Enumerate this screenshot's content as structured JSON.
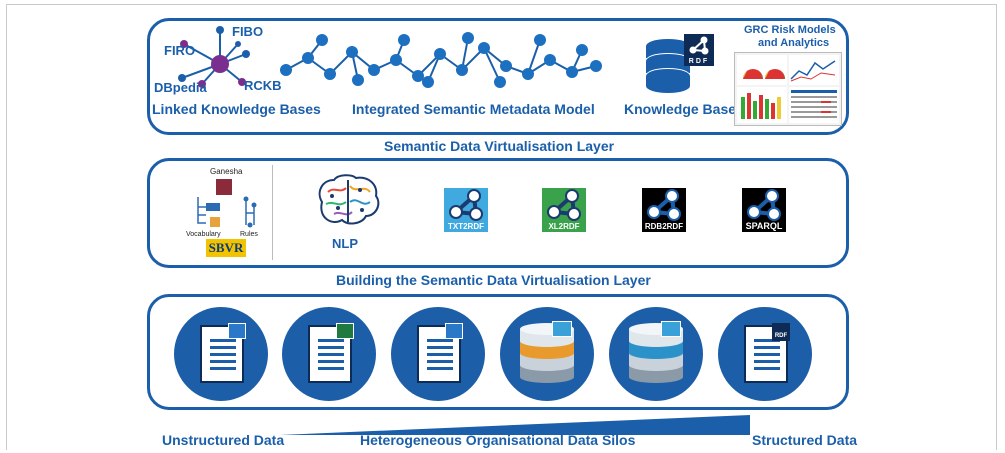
{
  "top_panel": {
    "linked_kb": {
      "nodes": [
        "FIBO",
        "FIRO",
        "DBpedia",
        "RCKB"
      ],
      "caption": "Linked Knowledge Bases"
    },
    "metadata_model": {
      "caption": "Integrated Semantic Metadata Model"
    },
    "knowledge_base": {
      "caption": "Knowledge Base",
      "badge": "RDF"
    },
    "grc": {
      "title_line1": "GRC Risk Models",
      "title_line2": "and Analytics"
    }
  },
  "layer1_caption": "Semantic Data Virtualisation Layer",
  "middle_panel": {
    "sbvr": {
      "title": "Ganesha",
      "vocab": "Vocabulary",
      "rules": "Rules",
      "logo": "SBVR"
    },
    "nlp": {
      "caption": "NLP"
    },
    "tools": [
      "TXT2RDF",
      "XL2RDF",
      "RDB2RDF",
      "SPARQL"
    ]
  },
  "layer2_caption": "Building the Semantic Data Virtualisation Layer",
  "bottom_panel": {
    "sources": [
      {
        "kind": "document",
        "badge": "word-icon"
      },
      {
        "kind": "document",
        "badge": "excel-icon"
      },
      {
        "kind": "document",
        "badge": "xml-icon"
      },
      {
        "kind": "database",
        "badge": "sql-icon"
      },
      {
        "kind": "database",
        "badge": "oracle-icon"
      },
      {
        "kind": "document",
        "badge": "RDF"
      }
    ]
  },
  "footer": {
    "left": "Unstructured Data",
    "center": "Heterogeneous Organisational Data Silos",
    "right": "Structured Data"
  },
  "colors": {
    "primary": "#1b5faa",
    "dark": "#0e2b55",
    "green": "#3aa24b",
    "teal": "#2b91c9"
  }
}
